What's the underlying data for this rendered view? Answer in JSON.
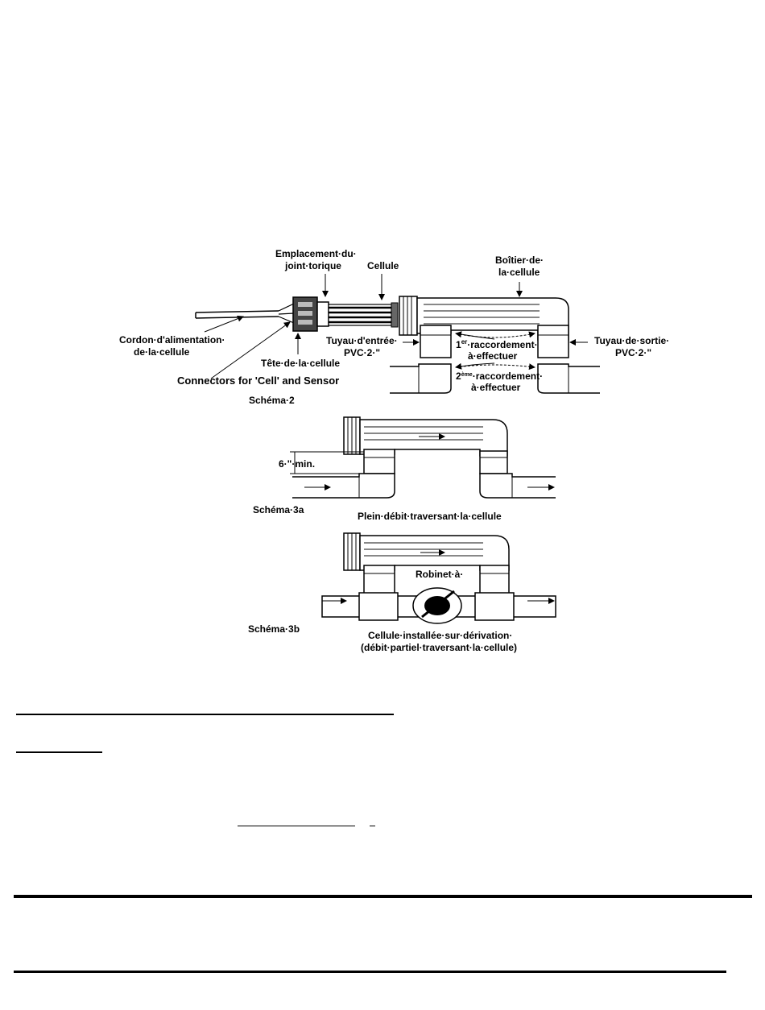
{
  "schema2": {
    "label_oring_1": "Emplacement·du·",
    "label_oring_2": "joint·torique",
    "label_cell": "Cellule",
    "label_housing_1": "Boîtier·de·",
    "label_housing_2": "la·cellule",
    "label_cord_1": "Cordon·d'alimentation·",
    "label_cord_2": "de·la·cellule",
    "label_head": "Tête·de·la·cellule",
    "label_connectors": "Connectors for 'Cell' and Sensor",
    "label_inlet_1": "Tuyau·d'entrée·",
    "label_inlet_2": "PVC·2·\"",
    "label_conn1_num": "1",
    "label_conn1_sup": "er",
    "label_conn1_rest": "·raccordement·",
    "label_conn1_2": "à·effectuer",
    "label_conn2_num": "2",
    "label_conn2_sup": "ème",
    "label_conn2_rest": "·raccordement·",
    "label_conn2_2": "à·effectuer",
    "label_outlet_1": "Tuyau·de·sortie·",
    "label_outlet_2": "PVC·2·\"",
    "caption": "Schéma·2"
  },
  "schema3a": {
    "label_min": "6·\"·min.",
    "caption": "Schéma·3a",
    "flow_caption": "Plein·débit·traversant·la·cellule"
  },
  "schema3b": {
    "label_valve": "Robinet·à·",
    "caption": "Schéma·3b",
    "bypass_caption_1": "Cellule·installée·sur·dérivation·",
    "bypass_caption_2": "(débit·partiel·traversant·la·cellule)"
  }
}
